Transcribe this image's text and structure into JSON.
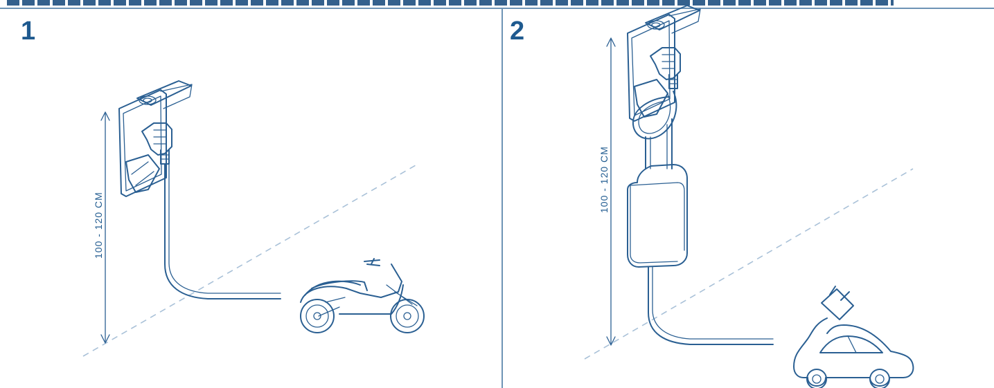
{
  "panels": [
    {
      "number": "1",
      "height_label": "100 - 120 CM",
      "vehicle": "scooter-icon"
    },
    {
      "number": "2",
      "height_label": "100 - 120 CM",
      "vehicle": "electric-car-plug-icon"
    }
  ],
  "colors": {
    "ink": "#2a5f92",
    "number": "#1f5a8f",
    "ground": "#a9c1d8",
    "divider": "#6d93b5"
  }
}
